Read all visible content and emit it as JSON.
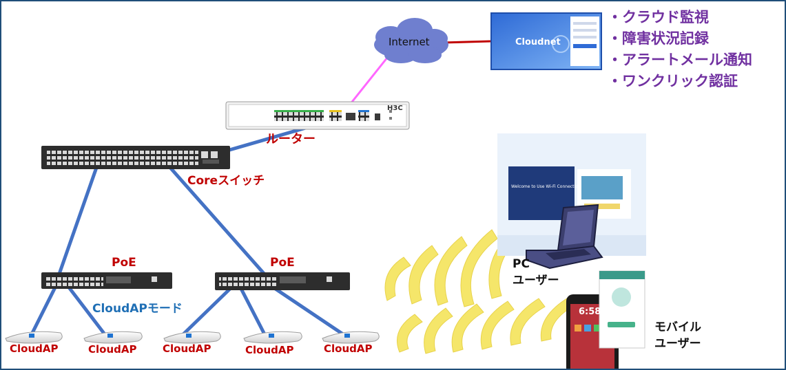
{
  "colors": {
    "frame": "#1f4e79",
    "link": "#4472c4",
    "internet_link": "#ff66ff",
    "cloud_link": "#c00000",
    "cloud": "#6f7fcf",
    "wifi": "#f5e66a",
    "label_red": "#c00000",
    "label_blue": "#1f6fb5",
    "label_purple": "#7030a0"
  },
  "internet": {
    "label": "Internet"
  },
  "cloudnet_screen": {
    "brand": "Cloudnet"
  },
  "features": [
    "・クラウド監視",
    "・障害状況記録",
    "・アラートメール通知",
    "・ワンクリック認証"
  ],
  "router": {
    "label": "ルーター",
    "brand": "H3C"
  },
  "core_switch": {
    "label": "Coreスイッチ"
  },
  "poe_switches": [
    {
      "label": "PoE"
    },
    {
      "label": "PoE"
    }
  ],
  "mode_label": "CloudAPモード",
  "access_points": [
    {
      "label": "CloudAP"
    },
    {
      "label": "CloudAP"
    },
    {
      "label": "CloudAP"
    },
    {
      "label": "CloudAP"
    },
    {
      "label": "CloudAP"
    }
  ],
  "pc_portal": {
    "text": "Welcome to Use Wi-Fi Connection"
  },
  "pc_user": {
    "line1": "PC",
    "line2": "ユーザー"
  },
  "phone": {
    "time": "6:58"
  },
  "mobile_user": {
    "line1": "モバイル",
    "line2": "ユーザー"
  },
  "icons": [
    "cloud-icon",
    "router-device",
    "switch-device",
    "access-point-device",
    "laptop-icon",
    "smartphone-icon",
    "wifi-signal-icon"
  ]
}
